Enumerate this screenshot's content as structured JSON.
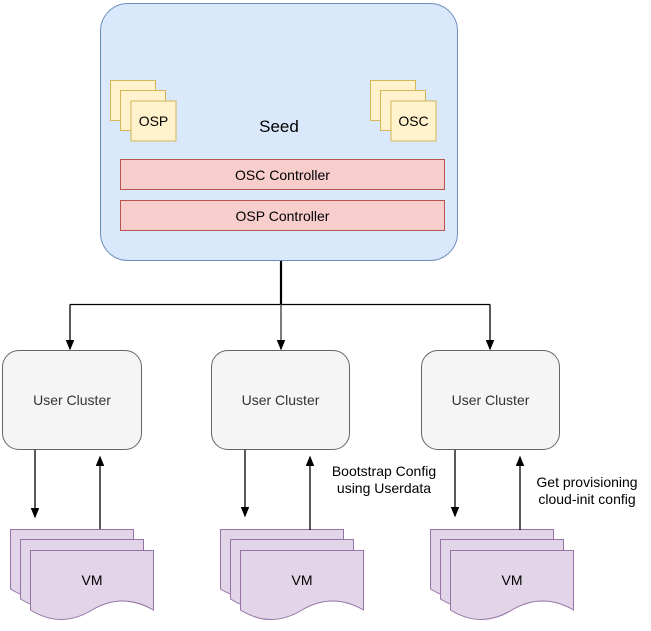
{
  "seed": {
    "label": "Seed",
    "osp_stack_label": "OSP",
    "osc_stack_label": "OSC",
    "controllers": [
      {
        "label": "OSC Controller"
      },
      {
        "label": "OSP Controller"
      }
    ]
  },
  "clusters": [
    {
      "label": "User Cluster"
    },
    {
      "label": "User Cluster"
    },
    {
      "label": "User Cluster"
    }
  ],
  "vm_stacks": [
    {
      "label": "VM"
    },
    {
      "label": "VM"
    },
    {
      "label": "VM"
    }
  ],
  "annotations": [
    {
      "text": "Bootstrap Config\nusing Userdata"
    },
    {
      "text": "Get provisioning\ncloud-init config"
    }
  ],
  "colors": {
    "seed_fill": "#dae8fc",
    "seed_stroke": "#6c8ebf",
    "note_fill": "#fff2cc",
    "note_stroke": "#d6b656",
    "controller_fill": "#f8cecc",
    "controller_stroke": "#b85450",
    "cluster_fill": "#f5f5f5",
    "cluster_stroke": "#666666",
    "vm_fill": "#e1d5e7",
    "vm_stroke": "#9673a6",
    "edge": "#000000"
  }
}
